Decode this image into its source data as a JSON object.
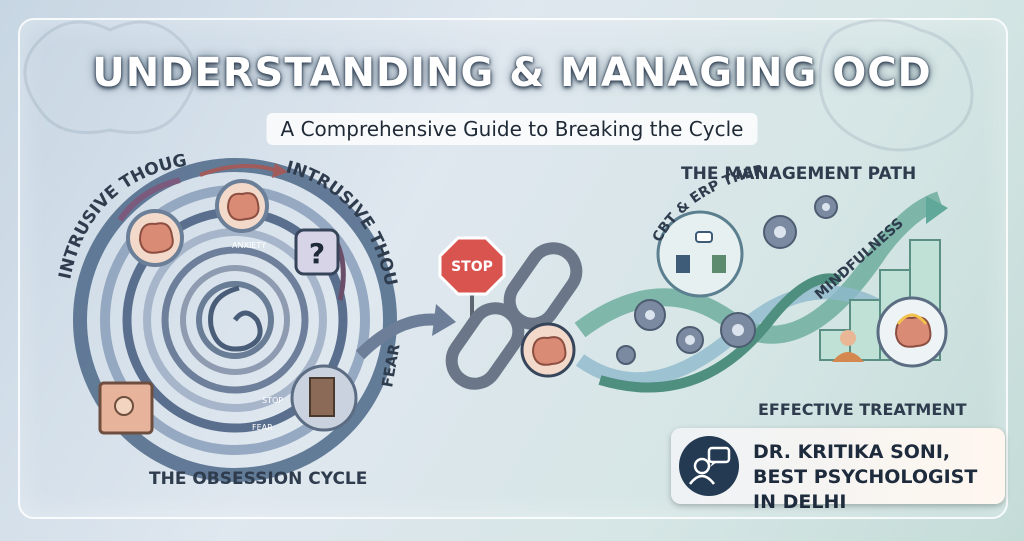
{
  "header": {
    "title": "UNDERSTANDING & MANAGING OCD",
    "subtitle": "A Comprehensive Guide to Breaking the Cycle"
  },
  "obsession_cycle": {
    "label": "THE OBSESSION CYCLE",
    "arc_left": "INTRUSIVE THOUGHTS",
    "arc_right": "INTRUSIVE THOUGHTS",
    "fear": "FEAR",
    "inner": [
      "ANXIETY",
      "STOP",
      "FEAR"
    ]
  },
  "break": {
    "stop_sign": "STOP"
  },
  "management_path": {
    "label": "THE MANAGEMENT PATH",
    "therapy": "CBT & ERP THERAPY",
    "mindfulness": "MINDFULNESS",
    "treatment": "EFFECTIVE TREATMENT"
  },
  "author_card": {
    "name": "DR. KRITIKA SONI, BEST PSYCHOLOGIST IN DELHI"
  },
  "colors": {
    "accent_teal": "#5fa89a",
    "dark_navy": "#243a52",
    "stop_red": "#d9534f"
  },
  "icons": [
    "brain-icon",
    "question-icon",
    "stop-sign-icon",
    "broken-chain-icon",
    "gear-icon",
    "therapy-session-icon",
    "meditation-icon",
    "lightbulb-brain-icon",
    "chat-person-icon"
  ]
}
